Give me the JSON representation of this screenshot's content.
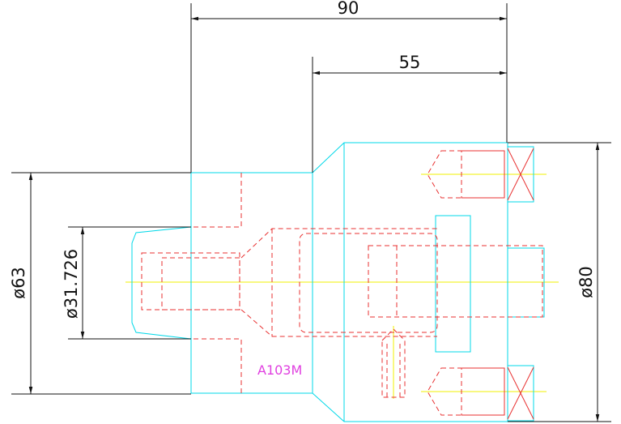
{
  "colors": {
    "background": "#ffffff",
    "dimension": "#111111",
    "outline": "#00d8e8",
    "hidden": "#e83030",
    "centerline": "#f0f000",
    "label": "#e040e0"
  },
  "dimensions": {
    "total_length": "90",
    "flange_length": "55",
    "shaft_diameter": "ø63",
    "bore_diameter": "ø31.726",
    "flange_diameter": "ø80"
  },
  "part_label": "A103M"
}
